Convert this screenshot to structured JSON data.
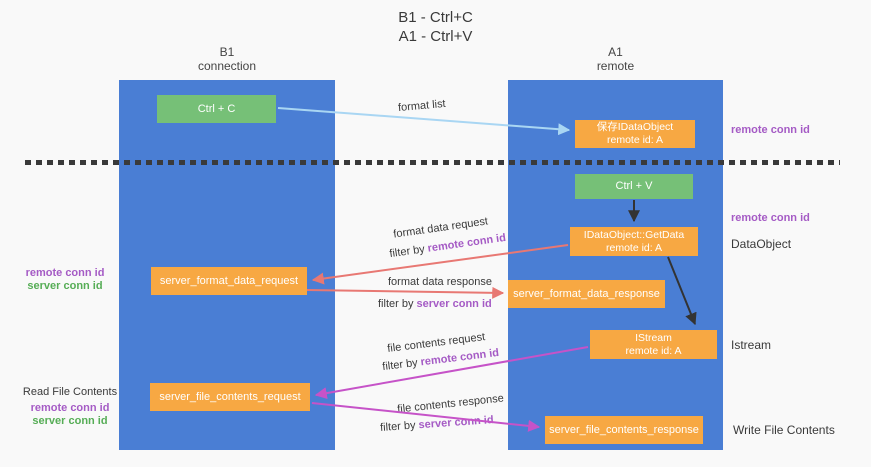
{
  "title": {
    "line1": "B1 - Ctrl+C",
    "line2": "A1 - Ctrl+V"
  },
  "lanes": {
    "left": {
      "name": "B1",
      "subtitle": "connection"
    },
    "right": {
      "name": "A1",
      "subtitle": "remote"
    }
  },
  "nodes": {
    "ctrl_c": "Ctrl + C",
    "ctrl_v": "Ctrl + V",
    "save_dataobject": {
      "line1": "保存IDataObject",
      "line2": "remote id: A"
    },
    "getdata": {
      "line1": "IDataObject::GetData",
      "line2": "remote id: A"
    },
    "istream": {
      "line1": "IStream",
      "line2": "remote id: A"
    },
    "server_format_data_request": "server_format_data_request",
    "server_format_data_response": "server_format_data_response",
    "server_file_contents_request": "server_file_contents_request",
    "server_file_contents_response": "server_file_contents_response"
  },
  "flows": {
    "format_list": "format list",
    "format_request": {
      "text": "format data request",
      "filter": "filter by",
      "key": "remote conn id"
    },
    "format_response": {
      "text": "format data response",
      "filter": "filter by",
      "key": "server conn id"
    },
    "file_request": {
      "text": "file contents request",
      "filter": "filter by",
      "key": "remote conn id"
    },
    "file_response": {
      "text": "file contents response",
      "filter": "filter by",
      "key": "server conn id"
    }
  },
  "left_annotations": {
    "format": {
      "remote": "remote conn id",
      "server": "server conn id"
    },
    "file": {
      "title": "Read File Contents",
      "remote": "remote conn id",
      "server": "server conn id"
    }
  },
  "right_annotations": {
    "copy_conn": "remote conn id",
    "paste_conn": "remote conn id",
    "dataobject": "DataObject",
    "istream": "Istream",
    "write": "Write File Contents"
  },
  "colors": {
    "lane_blue": "#4a7ed4",
    "box_orange": "#f7a843",
    "box_green": "#76c077",
    "arrow_lightblue": "#a9d6f3",
    "arrow_salmon": "#e87873",
    "arrow_magenta": "#c653c8",
    "arrow_black": "#333333",
    "text_purple": "#a55bc5",
    "text_green": "#56ad56",
    "text_dark": "#3a3a3a",
    "background": "#f9f9f9"
  }
}
